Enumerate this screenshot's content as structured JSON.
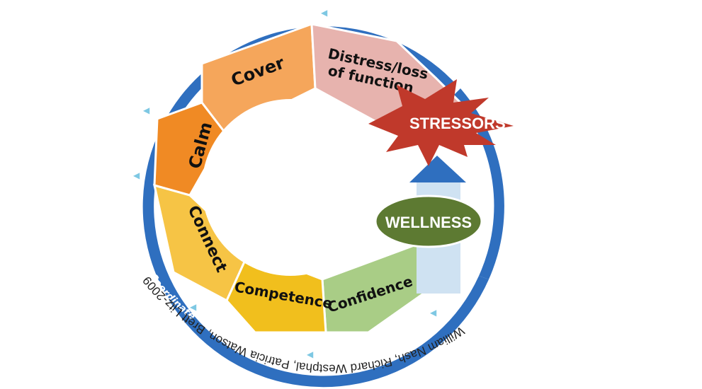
{
  "diagram": {
    "segments": [
      {
        "label": "Connect",
        "color": "#f6c445"
      },
      {
        "label": "Calm",
        "color": "#f08a24"
      },
      {
        "label": "Cover",
        "color": "#f5a65b"
      },
      {
        "label": "Distress/loss",
        "label2": "of function",
        "color": "#e7b3ae"
      },
      {
        "label": "Confidence",
        "color": "#a9cd86"
      },
      {
        "label": "Competence",
        "color": "#f1bf1d"
      }
    ],
    "ring": {
      "text": "Check & Coordinate",
      "color": "#2f6fbf",
      "arrow_glyph": "◀"
    },
    "stressors": {
      "label": "STRESSORS",
      "color": "#c0392b"
    },
    "wellness": {
      "label": "WELLNESS",
      "color": "#5d7a32"
    },
    "wellness_arrow": {
      "color": "#2f6fbf",
      "stem_color": "#cfe2f2"
    },
    "credit": "William Nash, Richard Westphal, Patricia Watson, Brett Litz-2009"
  }
}
